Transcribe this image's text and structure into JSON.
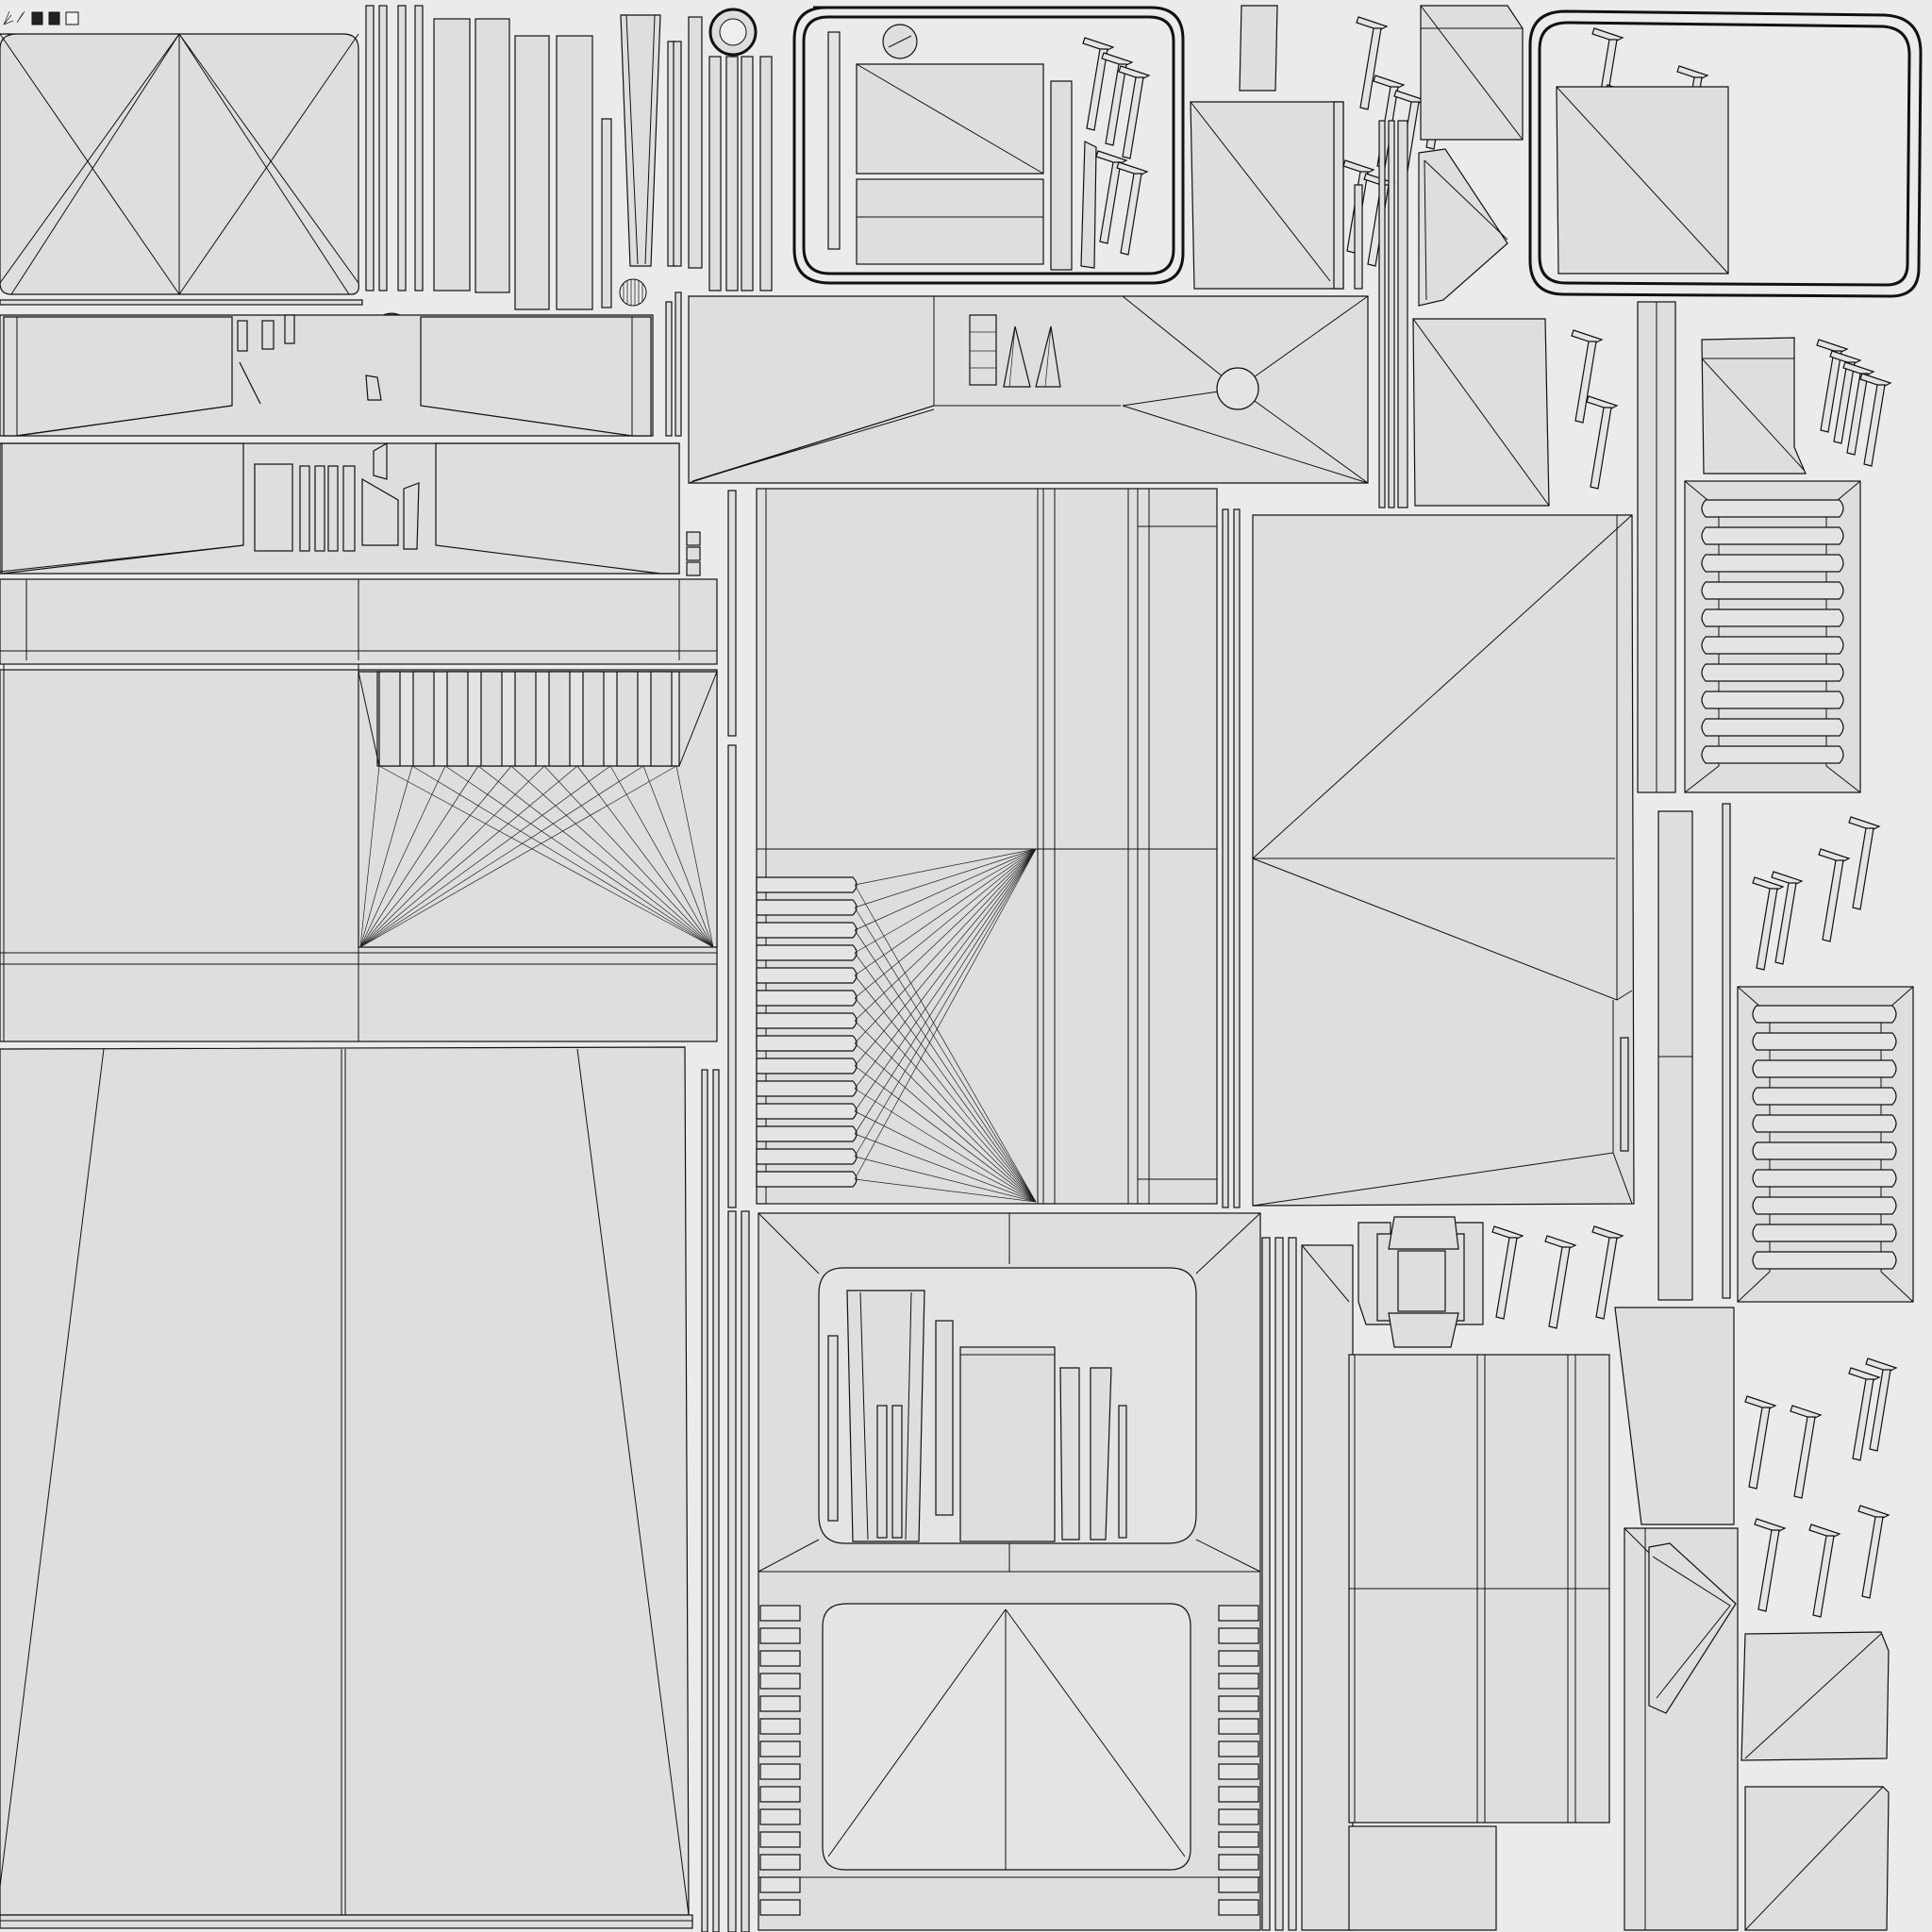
{
  "title": "",
  "colors": {
    "background": "#ebebeb",
    "island_fill": "#dedede",
    "wire": "#111111"
  },
  "icons": [
    "swatch-dark",
    "swatch-dark",
    "swatch-light"
  ]
}
